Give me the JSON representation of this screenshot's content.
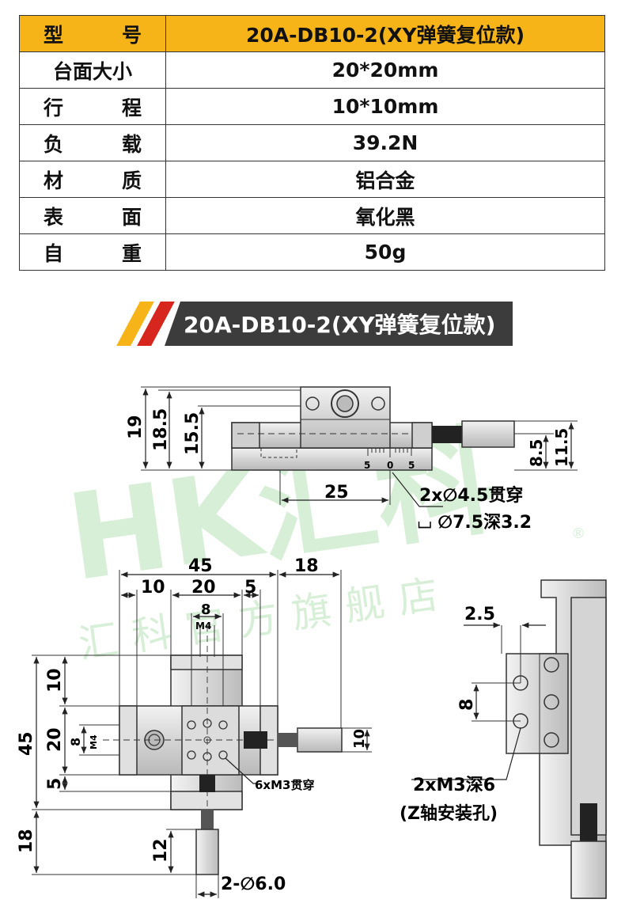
{
  "spec_table": {
    "header": {
      "key": [
        "型",
        "号"
      ],
      "value": "20A-DB10-2(XY弹簧复位款)"
    },
    "rows": [
      {
        "key": [
          "台面大小"
        ],
        "value": "20*20mm"
      },
      {
        "key": [
          "行",
          "程"
        ],
        "value": "10*10mm"
      },
      {
        "key": [
          "负",
          "载"
        ],
        "value": "39.2N"
      },
      {
        "key": [
          "材",
          "质"
        ],
        "value": "铝合金"
      },
      {
        "key": [
          "表",
          "面"
        ],
        "value": "氧化黑"
      },
      {
        "key": [
          "自",
          "重"
        ],
        "value": "50g"
      }
    ]
  },
  "banner": {
    "title": "20A-DB10-2(XY弹簧复位款)"
  },
  "colors": {
    "header_bg": "#f6b418",
    "banner_bg": "#3c3c3c",
    "stripe_yellow": "#f6b418",
    "stripe_red": "#d7261e",
    "watermark": "#8fd48f"
  },
  "watermark": {
    "logo": "HK汇科",
    "text": "汇科官方旗舰店",
    "mark": "®"
  },
  "side_view": {
    "dims": {
      "h_total": "19",
      "h_mid": "18.5",
      "h_stage": "15.5",
      "w_holes": "25",
      "h_right1": "11.5",
      "h_right2": "8.5"
    },
    "scale": {
      "left": "5",
      "zero": "0",
      "right": "5"
    },
    "notes": {
      "through_hole": "2x∅4.5贯穿",
      "counterbore": "⌴ ∅7.5深3.2"
    }
  },
  "top_view": {
    "dims": {
      "w_total": "45",
      "w_spring": "18",
      "w_10": "10",
      "w_20": "20",
      "w_5": "5",
      "w_8": "8",
      "w_m4": "M4",
      "h_total": "45",
      "h_10": "10",
      "h_20": "20",
      "h_5": "5",
      "h_18": "18",
      "h_8": "8",
      "h_m4": "M4",
      "h_right_10": "10",
      "h_12": "12"
    },
    "notes": {
      "tapped": "6xM3贯穿",
      "bar": "2-∅6.0"
    }
  },
  "bracket_view": {
    "dims": {
      "w_2_5": "2.5",
      "h_8": "8"
    },
    "notes": {
      "holes": "2xM3深6",
      "purpose": "(Z轴安装孔)"
    }
  }
}
